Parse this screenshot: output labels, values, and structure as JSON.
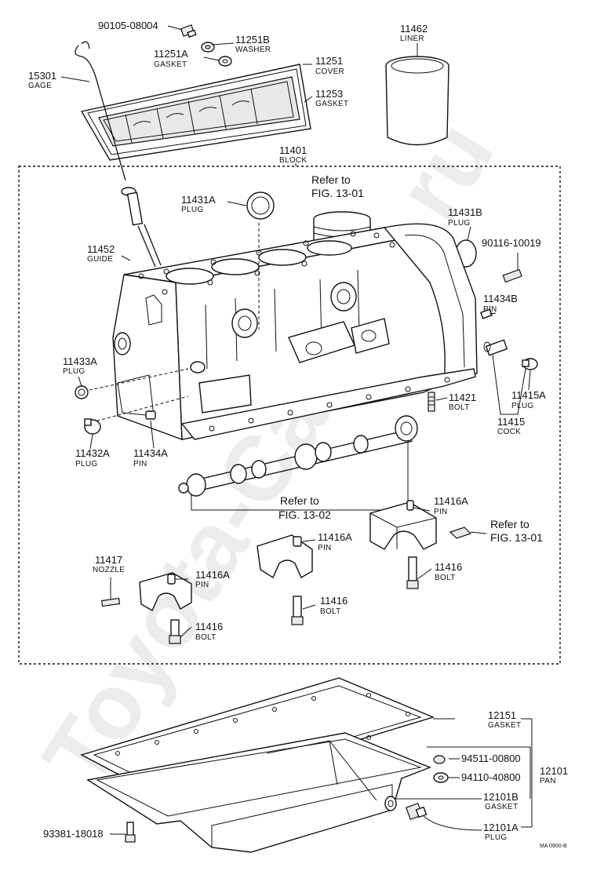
{
  "watermark": "Toyota-Carline.ru",
  "callouts": {
    "bolt_90105": {
      "number": "90105-08004",
      "name": ""
    },
    "washer": {
      "number": "11251B",
      "name": "WASHER"
    },
    "cover_gasket": {
      "number": "11251A",
      "name": "GASKET"
    },
    "cover": {
      "number": "11251",
      "name": "COVER"
    },
    "gage": {
      "number": "15301",
      "name": "GAGE"
    },
    "cover_gasket2": {
      "number": "11253",
      "name": "GASKET"
    },
    "liner": {
      "number": "11462",
      "name": "LINER"
    },
    "block": {
      "number": "11401",
      "name": "BLOCK"
    },
    "plug_11431a": {
      "number": "11431A",
      "name": "PLUG"
    },
    "plug_11431b": {
      "number": "11431B",
      "name": "PLUG"
    },
    "stud_90116": {
      "number": "90116-10019",
      "name": ""
    },
    "guide": {
      "number": "11452",
      "name": "GUIDE"
    },
    "pin_11434b": {
      "number": "11434B",
      "name": "PIN"
    },
    "plug_11433a": {
      "number": "11433A",
      "name": "PLUG"
    },
    "bolt_11421": {
      "number": "11421",
      "name": "BOLT"
    },
    "plug_11415a": {
      "number": "11415A",
      "name": "PLUG"
    },
    "cock": {
      "number": "11415",
      "name": "COCK"
    },
    "plug_11432a": {
      "number": "11432A",
      "name": "PLUG"
    },
    "pin_11434a": {
      "number": "11434A",
      "name": "PIN"
    },
    "pin_11416a_right": {
      "number": "11416A",
      "name": "PIN"
    },
    "pin_11416a_mid": {
      "number": "11416A",
      "name": "PIN"
    },
    "pin_11416a_left": {
      "number": "11416A",
      "name": "PIN"
    },
    "nozzle": {
      "number": "11417",
      "name": "NOZZLE"
    },
    "bolt_11416_right": {
      "number": "11416",
      "name": "BOLT"
    },
    "bolt_11416_mid": {
      "number": "11416",
      "name": "BOLT"
    },
    "bolt_11416_left": {
      "number": "11416",
      "name": "BOLT"
    },
    "pan_gasket": {
      "number": "12151",
      "name": "GASKET"
    },
    "nut_94511": {
      "number": "94511-00800",
      "name": ""
    },
    "washer_94110": {
      "number": "94110-40800",
      "name": ""
    },
    "pan": {
      "number": "12101",
      "name": "PAN"
    },
    "drain_gasket": {
      "number": "12101B",
      "name": "GASKET"
    },
    "drain_plug": {
      "number": "12101A",
      "name": "PLUG"
    },
    "bolt_93381": {
      "number": "93381-18018",
      "name": ""
    }
  },
  "references": {
    "piston": {
      "line1": "Refer to",
      "line2": "FIG. 13-01"
    },
    "camshaft": {
      "line1": "Refer to",
      "line2": "FIG. 13-02"
    },
    "bearing": {
      "line1": "Refer to",
      "line2": "FIG. 13-01"
    }
  },
  "footer_code": "MA  0900-B"
}
